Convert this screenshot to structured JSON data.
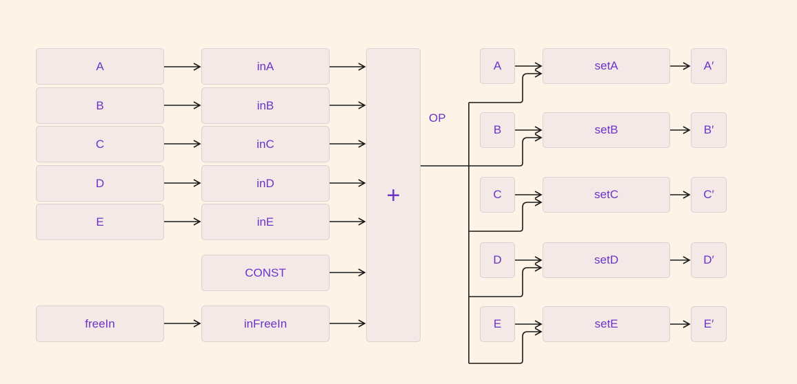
{
  "inputs": {
    "a": "A",
    "b": "B",
    "c": "C",
    "d": "D",
    "e": "E",
    "free": "freeIn"
  },
  "ports": {
    "a": "inA",
    "b": "inB",
    "c": "inC",
    "d": "inD",
    "e": "inE",
    "const": "CONST",
    "free": "inFreeIn"
  },
  "op": {
    "symbol": "+",
    "label": "OP"
  },
  "rows": [
    {
      "src": "A",
      "set": "setA",
      "out": "A′"
    },
    {
      "src": "B",
      "set": "setB",
      "out": "B′"
    },
    {
      "src": "C",
      "set": "setC",
      "out": "C′"
    },
    {
      "src": "D",
      "set": "setD",
      "out": "D′"
    },
    {
      "src": "E",
      "set": "setE",
      "out": "E′"
    }
  ],
  "colors": {
    "text": "#6a34c8",
    "box": "#f4e9e6",
    "border": "#dccfd0",
    "wire": "#1a1a1a",
    "background": "#fdf3e7"
  }
}
